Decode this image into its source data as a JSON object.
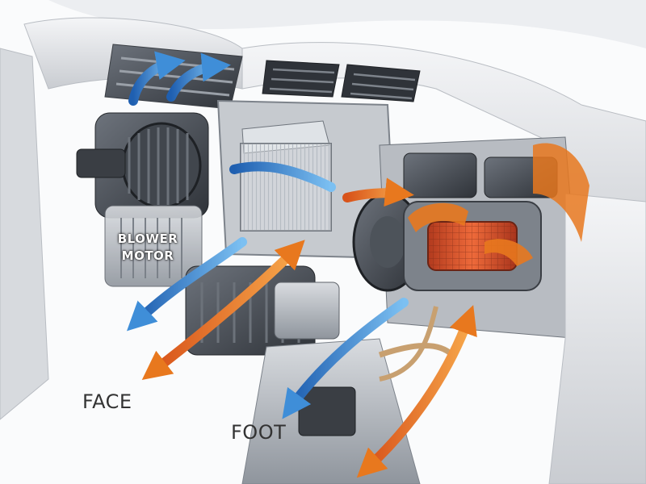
{
  "labels": {
    "blower_motor_line1": "BLOWER",
    "blower_motor_line2": "MOTOR",
    "face": "FACE",
    "foot": "FOOT"
  },
  "colors": {
    "cold_air": "#3f8ed8",
    "hot_air": "#e8781e",
    "heater_core": "#d2492a",
    "housing": "#8a9099",
    "dash": "#e6e8eb"
  }
}
